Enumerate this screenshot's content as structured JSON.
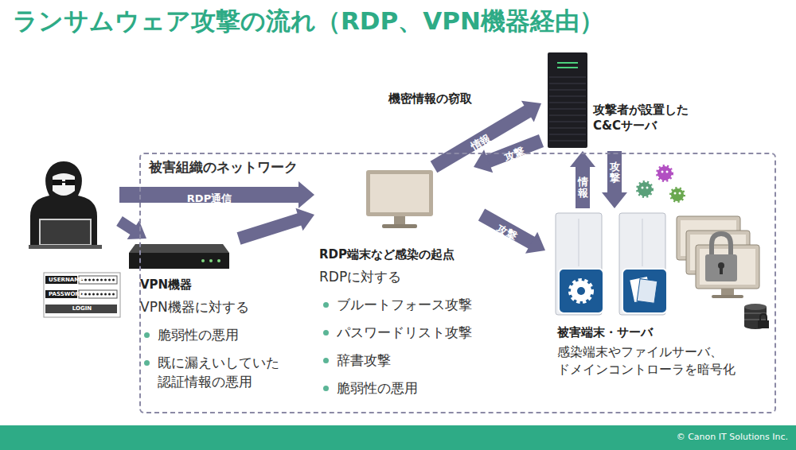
{
  "diagram": {
    "title": "ランサムウェア攻撃の流れ（RDP、VPN機器経由）",
    "nodes": [
      {
        "text": [
          "被害組織のネットワーク"
        ]
      },
      {
        "text": [
          "USERNAME",
          "PASSWORD",
          "LOGIN"
        ]
      },
      {
        "text": [
          "VPN機器",
          "VPN機器に対する",
          "脆弱性の悪用",
          "既に漏えいしていた 認証情報の悪用"
        ],
        "in": 0
      },
      {
        "text": [
          "RDP端末など感染の起点",
          "RDPに対する",
          "ブルートフォース攻撃",
          "パスワードリスト攻撃",
          "辞書攻撃",
          "脆弱性の悪用"
        ],
        "in": 0
      },
      {
        "text": [
          "攻撃者が設置した C&Cサーバ"
        ]
      },
      {
        "text": [
          "被害端末・サーバ",
          "感染端末やファイルサーバ、 ドメインコントローラを暗号化"
        ],
        "in": 0
      }
    ],
    "edges": [
      {
        "from": 1,
        "to": 3,
        "label": "RDP通信",
        "arrow": "to"
      },
      {
        "from": 1,
        "to": 2,
        "arrow": "to"
      },
      {
        "from": 2,
        "to": 3,
        "arrow": "to"
      },
      {
        "from": 3,
        "to": 4,
        "label": "情報",
        "arrow": "to"
      },
      {
        "from": 4,
        "to": 3,
        "label": "攻撃",
        "arrow": "to"
      },
      {
        "from": 3,
        "to": 5,
        "label": "攻撃",
        "arrow": "to"
      },
      {
        "from": 5,
        "to": 4,
        "label": "情報",
        "arrow": "to"
      },
      {
        "from": 4,
        "to": 5,
        "label": "攻撃",
        "arrow": "to"
      }
    ],
    "labels": [
      "機密情報の窃取",
      "© Canon IT Solutions Inc."
    ]
  }
}
